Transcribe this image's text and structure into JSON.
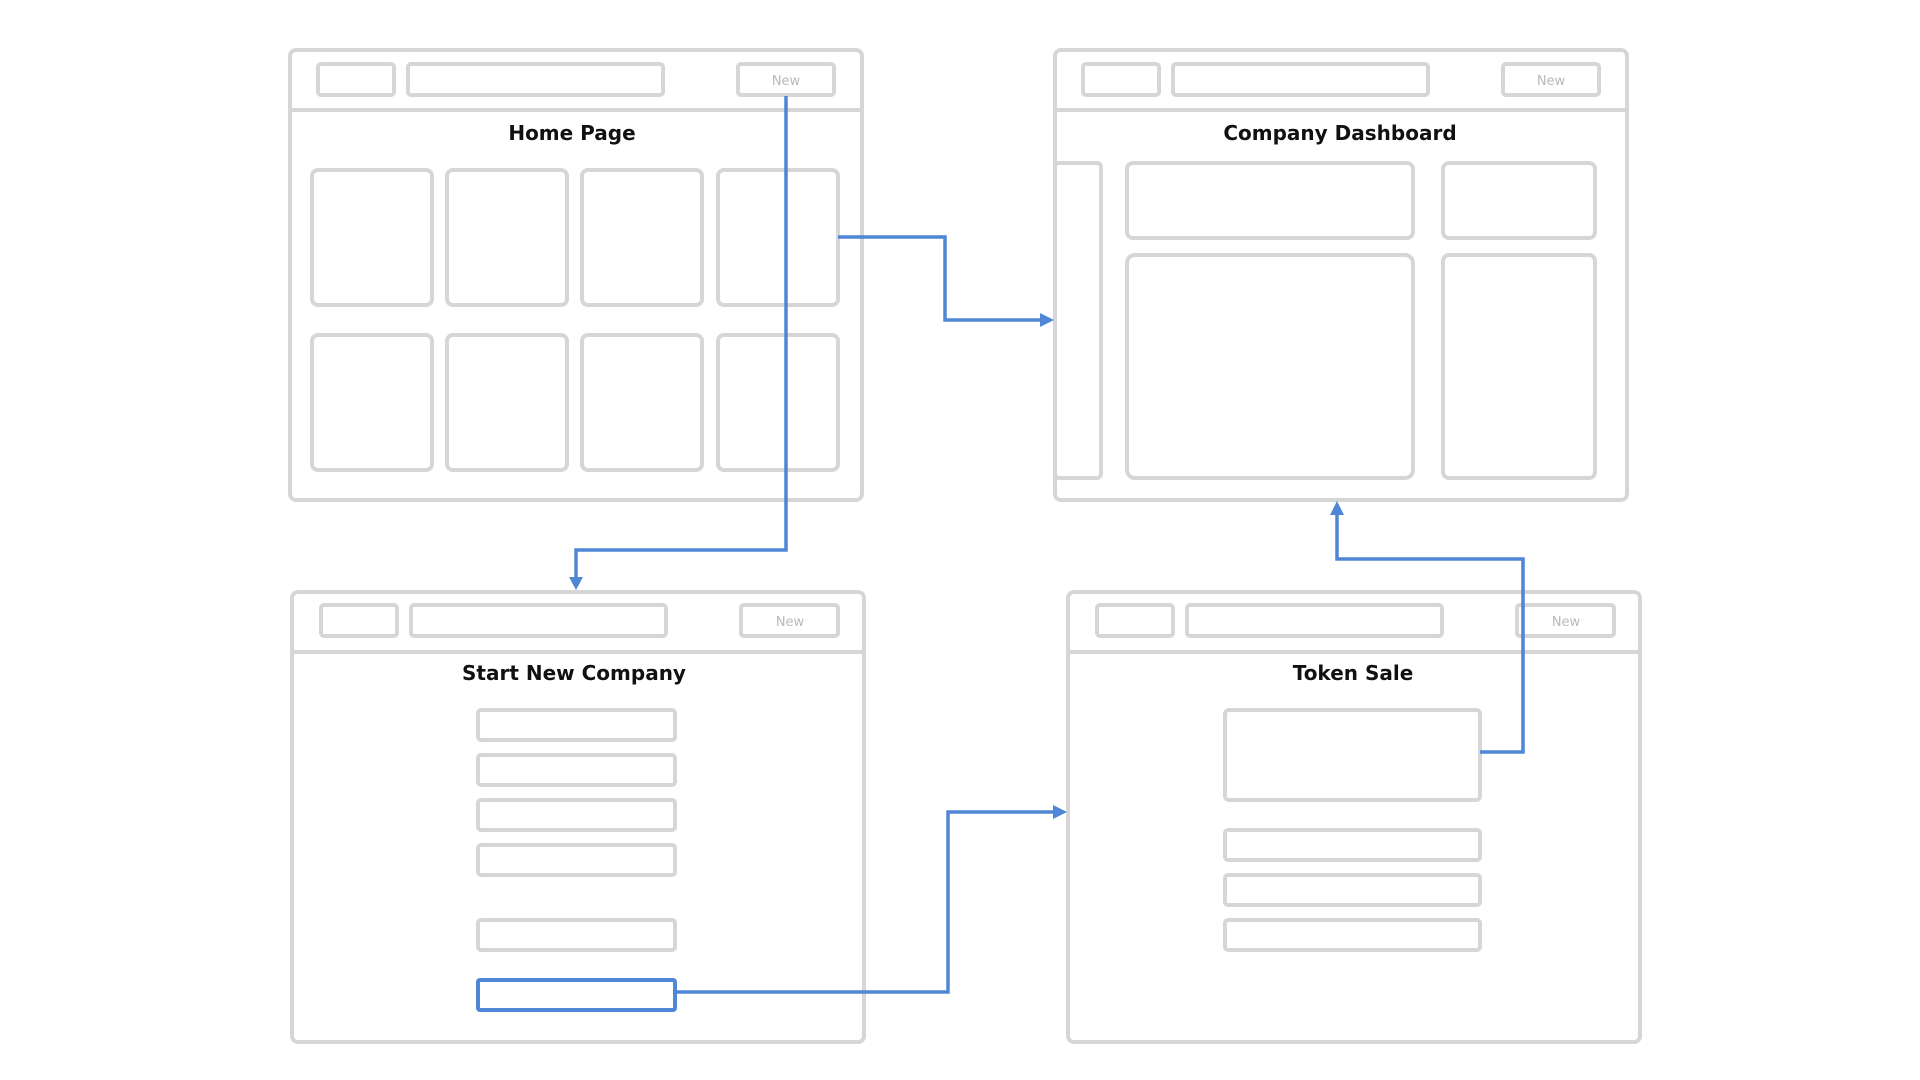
{
  "screens": {
    "home": {
      "title": "Home Page",
      "new_label": "New"
    },
    "dashboard": {
      "title": "Company Dashboard",
      "new_label": "New"
    },
    "start": {
      "title": "Start New Company",
      "new_label": "New"
    },
    "token": {
      "title": "Token Sale",
      "new_label": "New"
    }
  },
  "colors": {
    "wireframe_stroke": "#d6d6d6",
    "flow_arrow": "#4f86d6",
    "title_text": "#111111",
    "button_text": "#b9b9b9"
  },
  "flows": [
    {
      "from": "home.new_button",
      "to": "start"
    },
    {
      "from": "home.card",
      "to": "dashboard"
    },
    {
      "from": "start.submit_field",
      "to": "token"
    },
    {
      "from": "token.main_box",
      "to": "dashboard"
    }
  ]
}
